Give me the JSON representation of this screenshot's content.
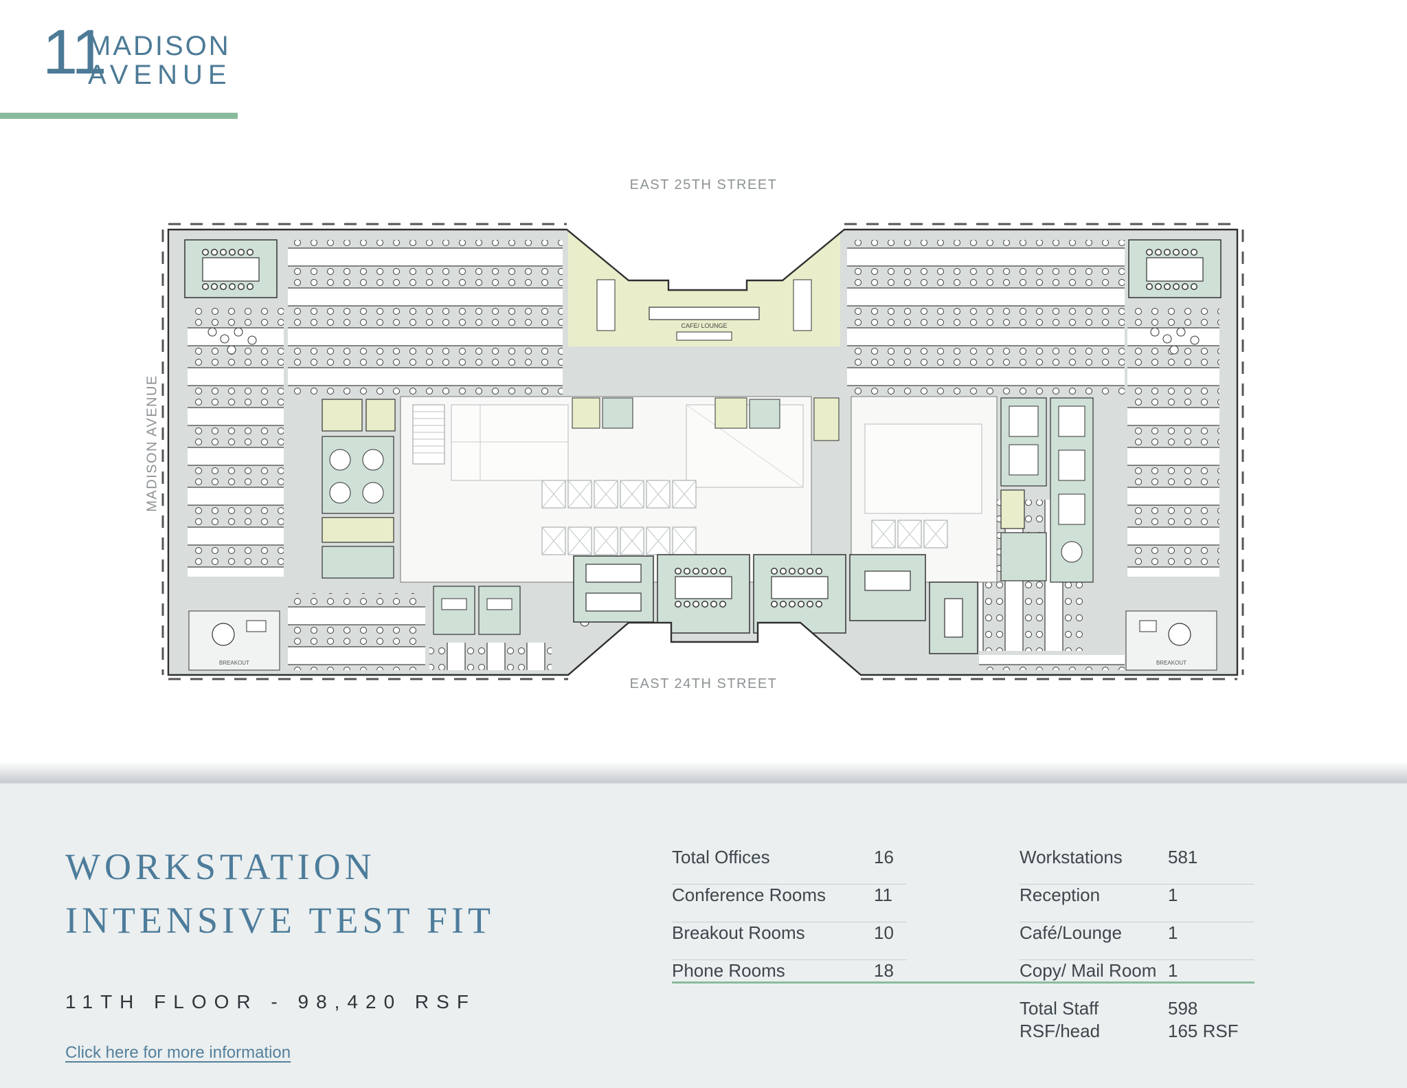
{
  "logo": {
    "number": "11",
    "word1": "MADISON",
    "word2": "AVENUE"
  },
  "colors": {
    "accent_blue": "#4d7a96",
    "accent_teal": "#8abb9d",
    "panel_background": "#ebefef",
    "floor_gray": "#d9dedc",
    "room_teal": "#cfe0d7",
    "phone_yellow": "#e9edca",
    "text_dark": "#3e464c",
    "street_gray": "#8d9295"
  },
  "plan": {
    "street_top": "EAST 25TH STREET",
    "street_bottom": "EAST 24TH STREET",
    "avenue_left": "MADISON AVENUE",
    "labels": {
      "cafe": "CAFE/ LOUNGE",
      "breakout_left": "BREAKOUT",
      "breakout_right": "BREAKOUT"
    }
  },
  "details": {
    "title_line1": "WORKSTATION",
    "title_line2": "INTENSIVE TEST FIT",
    "subtitle": "11TH FLOOR - 98,420 RSF",
    "link": "Click here for more information"
  },
  "stats": {
    "left": [
      {
        "label": "Total Offices",
        "value": "16"
      },
      {
        "label": "Conference Rooms",
        "value": "11"
      },
      {
        "label": "Breakout Rooms",
        "value": "10"
      },
      {
        "label": "Phone Rooms",
        "value": "18"
      }
    ],
    "right": [
      {
        "label": "Workstations",
        "value": "581"
      },
      {
        "label": "Reception",
        "value": "1"
      },
      {
        "label": "Café/Lounge",
        "value": "1"
      },
      {
        "label": "Copy/ Mail Room",
        "value": "1"
      }
    ],
    "summary": [
      {
        "label": "Total Staff",
        "value": "598"
      },
      {
        "label": "RSF/head",
        "value": "165 RSF"
      }
    ]
  }
}
